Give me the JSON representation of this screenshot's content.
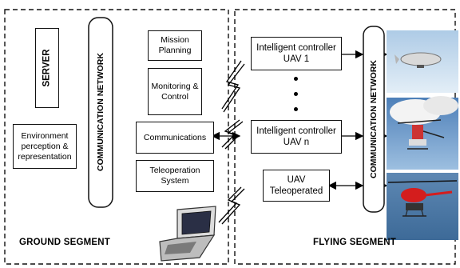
{
  "server": "SERVER",
  "comm_network_left": "COMMUNICATION NETWORK",
  "comm_network_right": "COMMUNICATION NETWORK",
  "env": "Environment perception & representation",
  "mission": "Mission Planning",
  "monitoring": "Monitoring & Control",
  "communications": "Communications",
  "teleop_system": "Teleoperation System",
  "uav1_l1": "Intelligent controller",
  "uav1_l2": "UAV 1",
  "uavn_l1": "Intelligent controller",
  "uavn_l2": "UAV n",
  "teleop_l1": "UAV",
  "teleop_l2": "Teleoperated",
  "ground_segment": "GROUND SEGMENT",
  "flying_segment": "FLYING SEGMENT"
}
